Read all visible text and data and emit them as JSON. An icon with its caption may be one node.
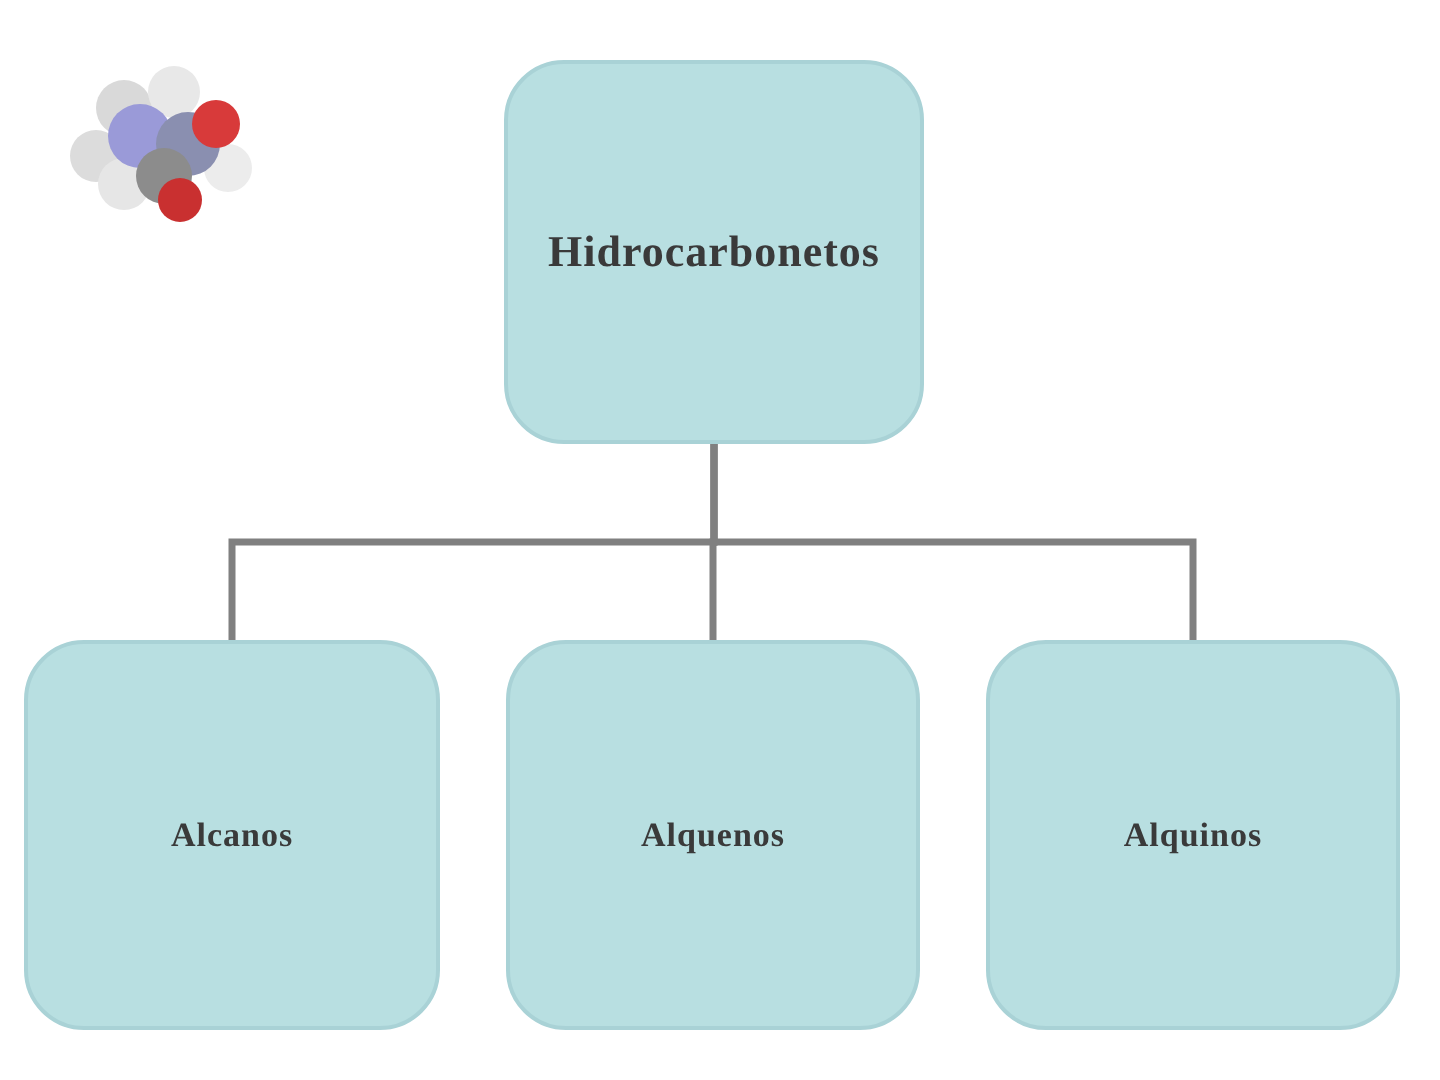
{
  "diagram": {
    "nodes": [
      {
        "text": [
          "Hidrocarbonetos"
        ]
      },
      {
        "text": [
          "Alcanos"
        ]
      },
      {
        "text": [
          "Alquenos"
        ]
      },
      {
        "text": [
          "Alquinos"
        ]
      }
    ],
    "edges": [
      {
        "from": 0,
        "to": 1,
        "arrow": "none"
      },
      {
        "from": 0,
        "to": 2,
        "arrow": "none"
      },
      {
        "from": 0,
        "to": 3,
        "arrow": "none"
      }
    ]
  }
}
